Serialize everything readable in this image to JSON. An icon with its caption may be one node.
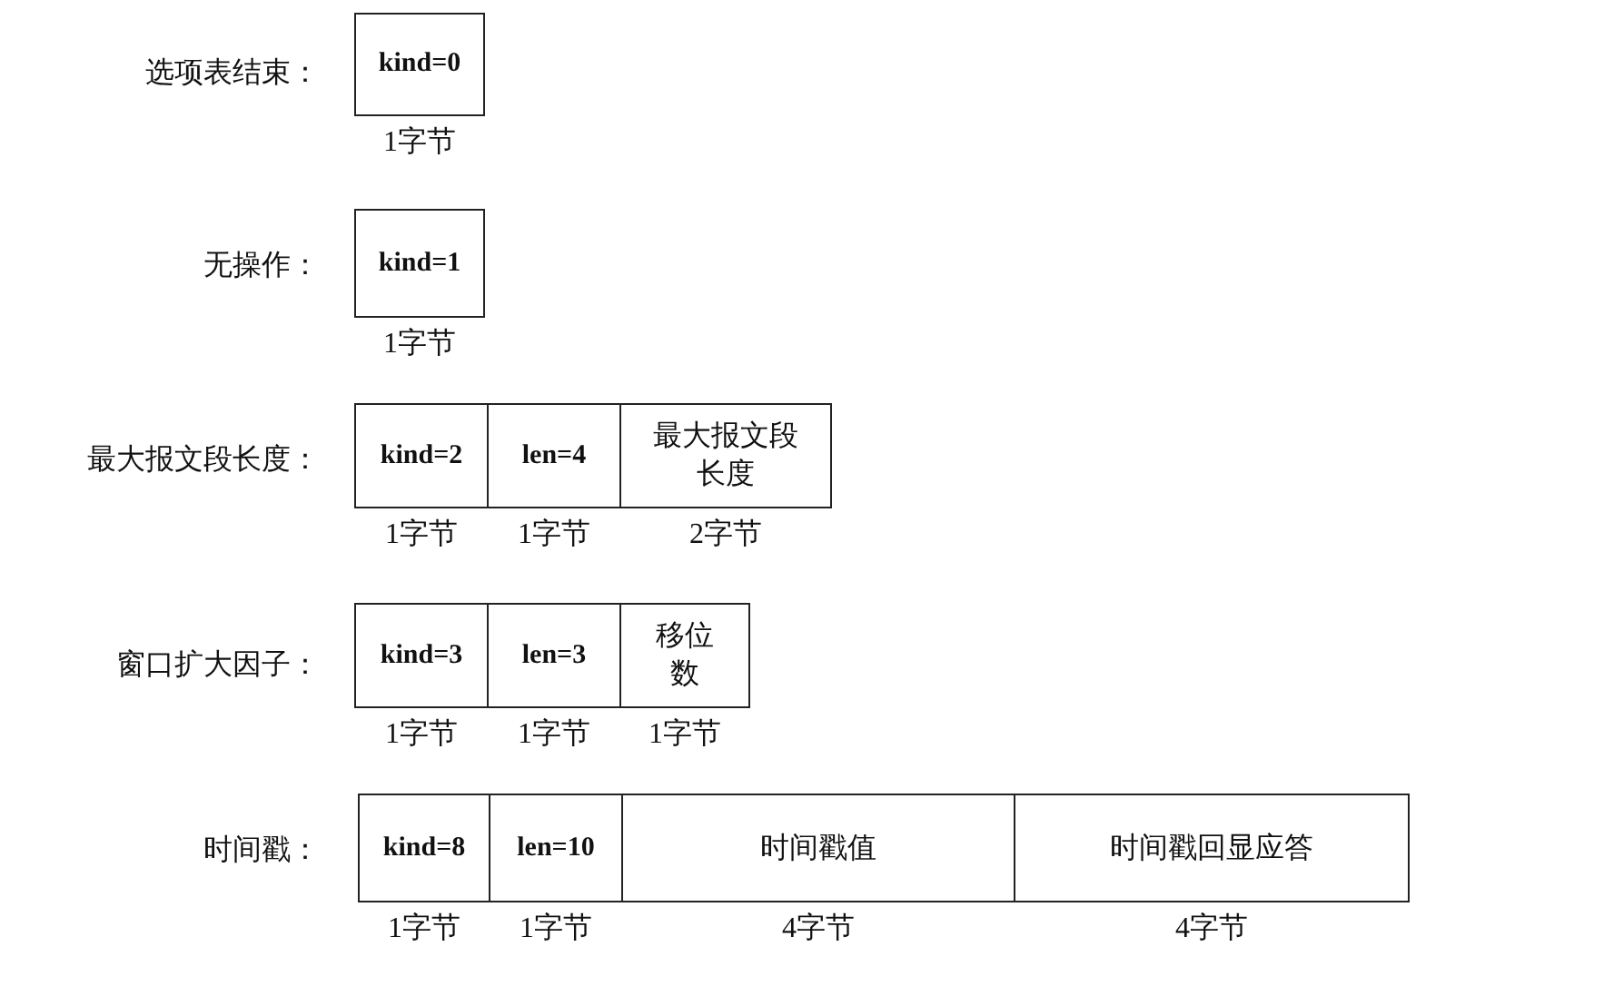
{
  "diagram": {
    "nodes": [
      {
        "text": [
          "kind=0"
        ],
        "beside": [
          "1字节"
        ]
      },
      {
        "text": [
          "kind=1"
        ],
        "beside": [
          "1字节"
        ]
      },
      {
        "text": [
          "kind=2"
        ],
        "beside": [
          "1字节"
        ]
      },
      {
        "text": [
          "len=4"
        ],
        "beside": [
          "1字节"
        ]
      },
      {
        "text": [
          "最大报文段长度"
        ],
        "beside": [
          "2字节"
        ]
      },
      {
        "text": [
          "kind=3"
        ],
        "beside": [
          "1字节"
        ]
      },
      {
        "text": [
          "len=3"
        ],
        "beside": [
          "1字节"
        ]
      },
      {
        "text": [
          "移位数"
        ],
        "beside": [
          "1字节"
        ]
      },
      {
        "text": [
          "kind=8"
        ],
        "beside": [
          "1字节"
        ]
      },
      {
        "text": [
          "len=10"
        ],
        "beside": [
          "1字节"
        ]
      },
      {
        "text": [
          "时间戳值"
        ],
        "beside": [
          "4字节"
        ]
      },
      {
        "text": [
          "时间戳回显应答"
        ],
        "beside": [
          "4字节"
        ]
      }
    ],
    "labels": [
      "选项表结束：",
      "无操作：",
      "最大报文段长度：",
      "窗口扩大因子：",
      "时间戳："
    ]
  }
}
